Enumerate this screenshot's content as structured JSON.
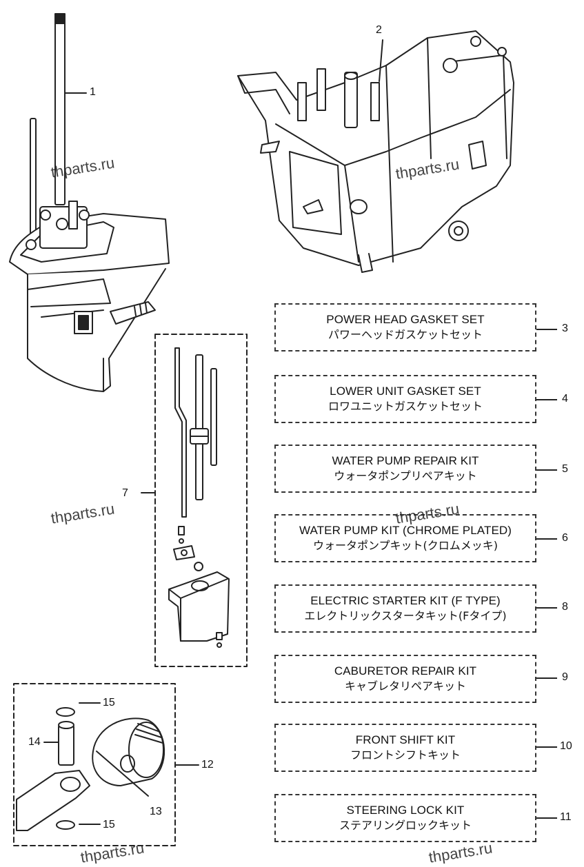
{
  "callouts": {
    "c1": "1",
    "c2": "2",
    "c7": "7",
    "c12": "12",
    "c13": "13",
    "c14": "14",
    "c15a": "15",
    "c15b": "15"
  },
  "kits": [
    {
      "number": "3",
      "en": "POWER HEAD GASKET SET",
      "jp": "パワーヘッドガスケットセット"
    },
    {
      "number": "4",
      "en": "LOWER UNIT GASKET SET",
      "jp": "ロワユニットガスケットセット"
    },
    {
      "number": "5",
      "en": "WATER PUMP REPAIR KIT",
      "jp": "ウォータポンプリペアキット"
    },
    {
      "number": "6",
      "en": "WATER PUMP KIT (CHROME PLATED)",
      "jp": "ウォータポンプキット(クロムメッキ)"
    },
    {
      "number": "8",
      "en": "ELECTRIC STARTER KIT (F TYPE)",
      "jp": "エレクトリックスタータキット(Fタイプ)"
    },
    {
      "number": "9",
      "en": "CABURETOR REPAIR KIT",
      "jp": "キャブレタリペアキット"
    },
    {
      "number": "10",
      "en": "FRONT SHIFT KIT",
      "jp": "フロントシフトキット"
    },
    {
      "number": "11",
      "en": "STEERING LOCK KIT",
      "jp": "ステアリングロックキット"
    }
  ],
  "watermarks": {
    "w1": "thparts.ru",
    "w2": "thparts.ru",
    "w3": "thparts.ru",
    "w4": "thparts.ru",
    "w5": "thparts.ru",
    "w6": "thparts.ru"
  },
  "colors": {
    "line": "#222222",
    "background": "#ffffff"
  }
}
